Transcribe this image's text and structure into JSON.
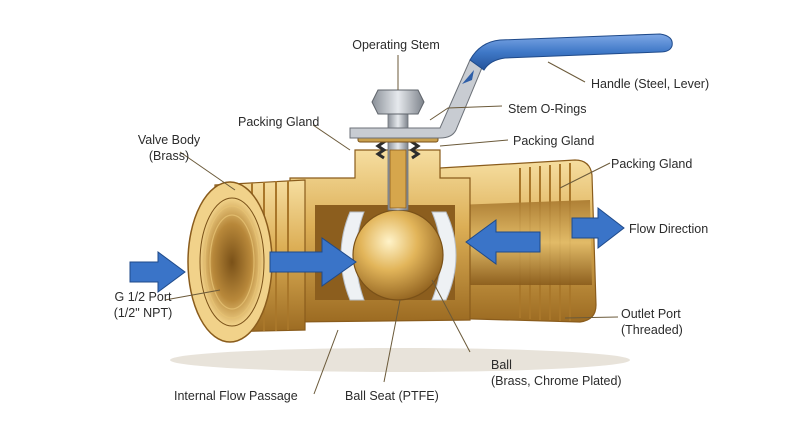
{
  "labels": {
    "operating_stem": "Operating Stem",
    "handle": "Handle (Steel, Lever)",
    "stem_o_rings": "Stem O-Rings",
    "packing_gland_top_left": "Packing Gland",
    "packing_gland_mid": "Packing Gland",
    "packing_gland_right": "Packing Gland",
    "valve_body_line1": "Valve Body",
    "valve_body_line2": "(Brass)",
    "flow_direction": "Flow Direction",
    "port_line1": "G 1/2 Port",
    "port_line2": "(1/2\" NPT)",
    "outlet_line1": "Outlet Port",
    "outlet_line2": "(Threaded)",
    "ball_line1": "Ball",
    "ball_line2": "(Brass, Chrome Plated)",
    "internal_flow": "Internal Flow Passage",
    "ball_seat": "Ball Seat (PTFE)"
  },
  "colors": {
    "brass_light": "#f3d58c",
    "brass_mid": "#d8a94e",
    "brass_dark": "#9c6b22",
    "handle_blue": "#3f78c7",
    "arrow_blue": "#3a74c8",
    "ptfe_white": "#eef1f4",
    "steel": "#b9bec6",
    "leader": "#6b5a3a"
  },
  "icons": {
    "flow_arrow": "arrow-right-icon",
    "counter_arrow": "arrow-left-icon"
  }
}
